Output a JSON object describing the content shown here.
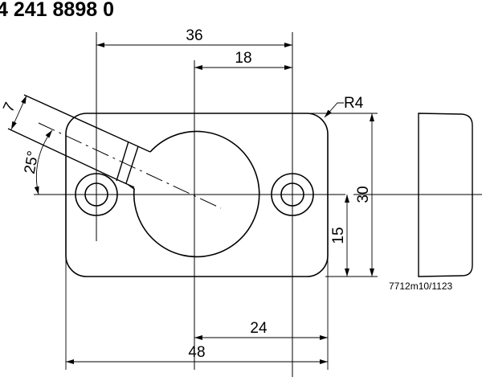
{
  "title": "4 241 8898 0",
  "dimensions": {
    "d36": "36",
    "d18": "18",
    "d48": "48",
    "d24": "24",
    "d30": "30",
    "d15": "15",
    "d7": "7",
    "angle": "25°",
    "radius": "R4"
  },
  "drawing_code": "7712m10/1123"
}
